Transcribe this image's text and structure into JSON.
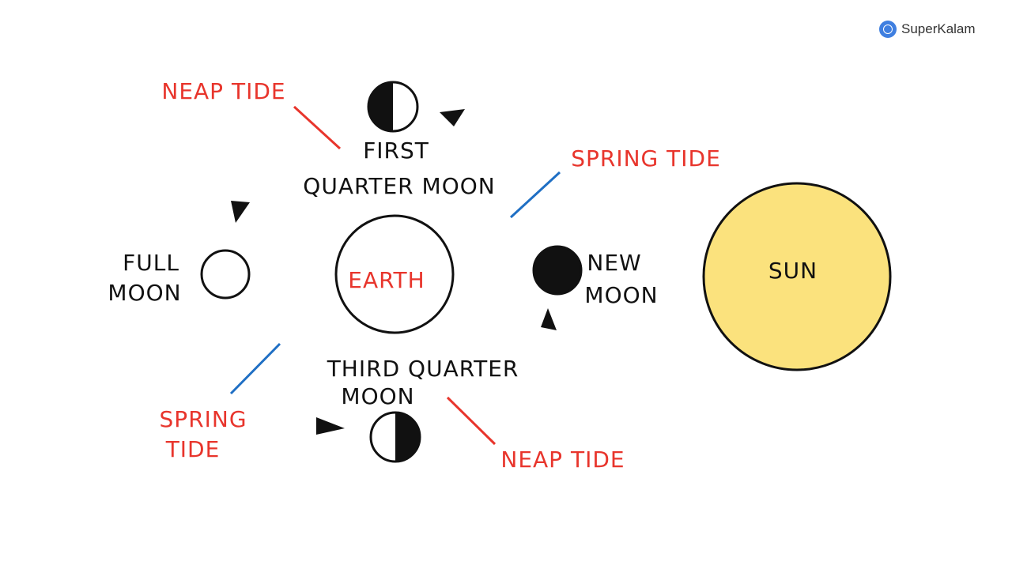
{
  "brand": {
    "name": "SuperKalam"
  },
  "labels": {
    "earth": "EARTH",
    "sun": "SUN",
    "first_quarter": [
      "FIRST",
      "QUARTER MOON"
    ],
    "full_moon": [
      "FULL",
      "MOON"
    ],
    "new_moon": [
      "NEW",
      "MOON"
    ],
    "third_quarter": [
      "THIRD QUARTER",
      "MOON"
    ],
    "neap_tide_top": "NEAP TIDE",
    "neap_tide_bottom": "NEAP TIDE",
    "spring_tide_right": "SPRING TIDE",
    "spring_tide_left": [
      "SPRING",
      "TIDE"
    ]
  },
  "colors": {
    "sun": "#fbe27d",
    "neap": "#e8352c",
    "spring_line": "#1f6fc4",
    "ink": "#111111"
  }
}
